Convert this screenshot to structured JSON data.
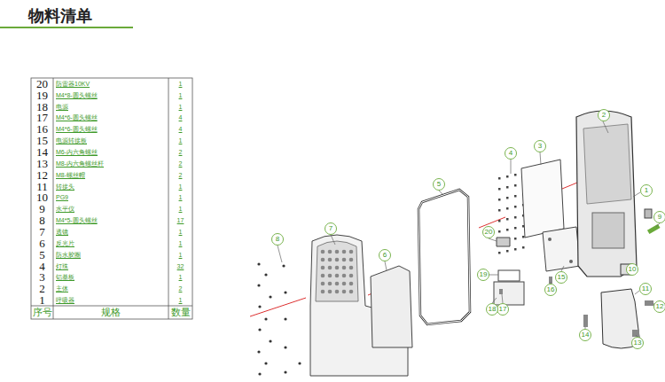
{
  "diagram": {
    "title": "物料清单",
    "labels": [
      "20",
      "防雷器10KV",
      "1",
      "19",
      "M4*8-圆头螺丝",
      "1",
      "18",
      "电源",
      "1",
      "17",
      "M4*6-圆头螺丝",
      "4",
      "16",
      "M4*6-圆头螺丝",
      "4",
      "15",
      "电源转接板",
      "1",
      "14",
      "M6-内六角螺丝",
      "2",
      "13",
      "M8-内六角螺丝杆",
      "2",
      "12",
      "M8-螺丝帽",
      "2",
      "11",
      "转接头",
      "1",
      "10",
      "PG9",
      "1",
      "9",
      "水平仪",
      "1",
      "8",
      "M4*5-圆头螺丝",
      "17",
      "7",
      "透镜",
      "1",
      "6",
      "反光片",
      "1",
      "5",
      "防水胶圈",
      "1",
      "4",
      "灯珠",
      "32",
      "3",
      "铝基板",
      "1",
      "2",
      "主体",
      "2",
      "1",
      "呼吸器",
      "1",
      "序号",
      "规格",
      "数量",
      "1",
      "2",
      "3",
      "4",
      "5",
      "6",
      "7",
      "8",
      "9",
      "10",
      "11",
      "12",
      "13",
      "14",
      "15",
      "16",
      "17",
      "18",
      "19",
      "20"
    ]
  }
}
